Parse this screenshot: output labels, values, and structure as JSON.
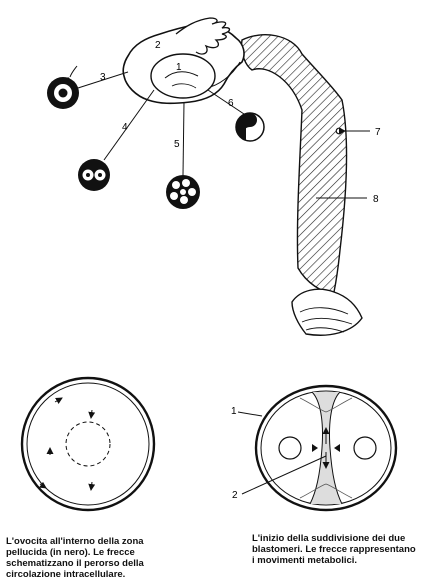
{
  "labels": {
    "l1": "1",
    "l2": "2",
    "l3": "3",
    "l4": "4",
    "l5": "5",
    "l6": "6",
    "l7": "7",
    "l8": "8",
    "b1": "1",
    "b2": "2"
  },
  "captions": {
    "left": [
      "L'ovocita all'interno della zona",
      "pellucida (in nero). Le frecce",
      "schematizzano il perorso della",
      "circolazione intracellulare."
    ],
    "right": [
      "L'inizio della suddivisione dei due",
      "blastomeri. Le frecce rappresentano",
      "i movimenti metabolici."
    ]
  }
}
